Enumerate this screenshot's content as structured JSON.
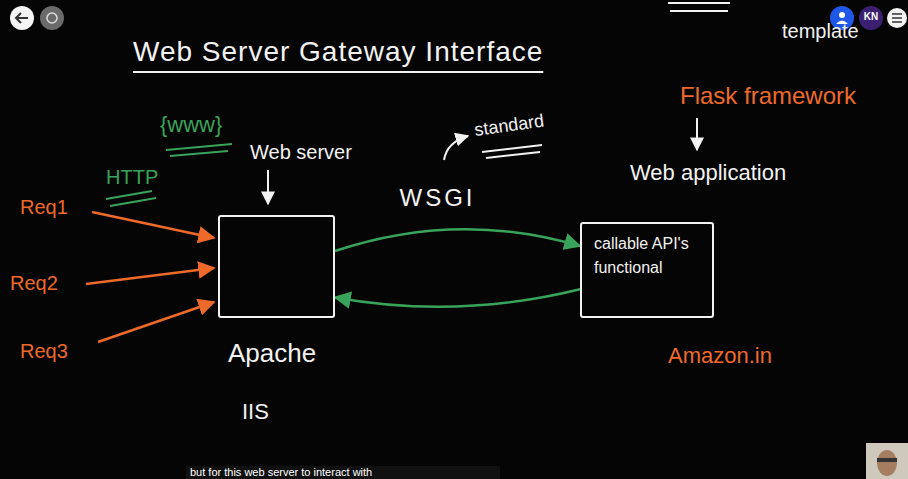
{
  "diagram": {
    "title": "Web Server Gateway Interface",
    "nodes": [
      {
        "text": [
          "Web server",
          "Apache",
          "IIS"
        ]
      },
      {
        "text": [
          "Web application",
          "callable API's functional"
        ]
      }
    ],
    "edges": [
      {
        "from": 0,
        "to": 1,
        "arrow": "to",
        "label": "WSGI"
      },
      {
        "from": 1,
        "to": 0,
        "arrow": "to"
      }
    ],
    "labels": [
      "{www}",
      "HTTP",
      "Req1",
      "Req2",
      "Req3",
      "standard",
      "template",
      "Flask framework",
      "Amazon.in",
      "KN",
      "but for this web server to interact with"
    ]
  }
}
